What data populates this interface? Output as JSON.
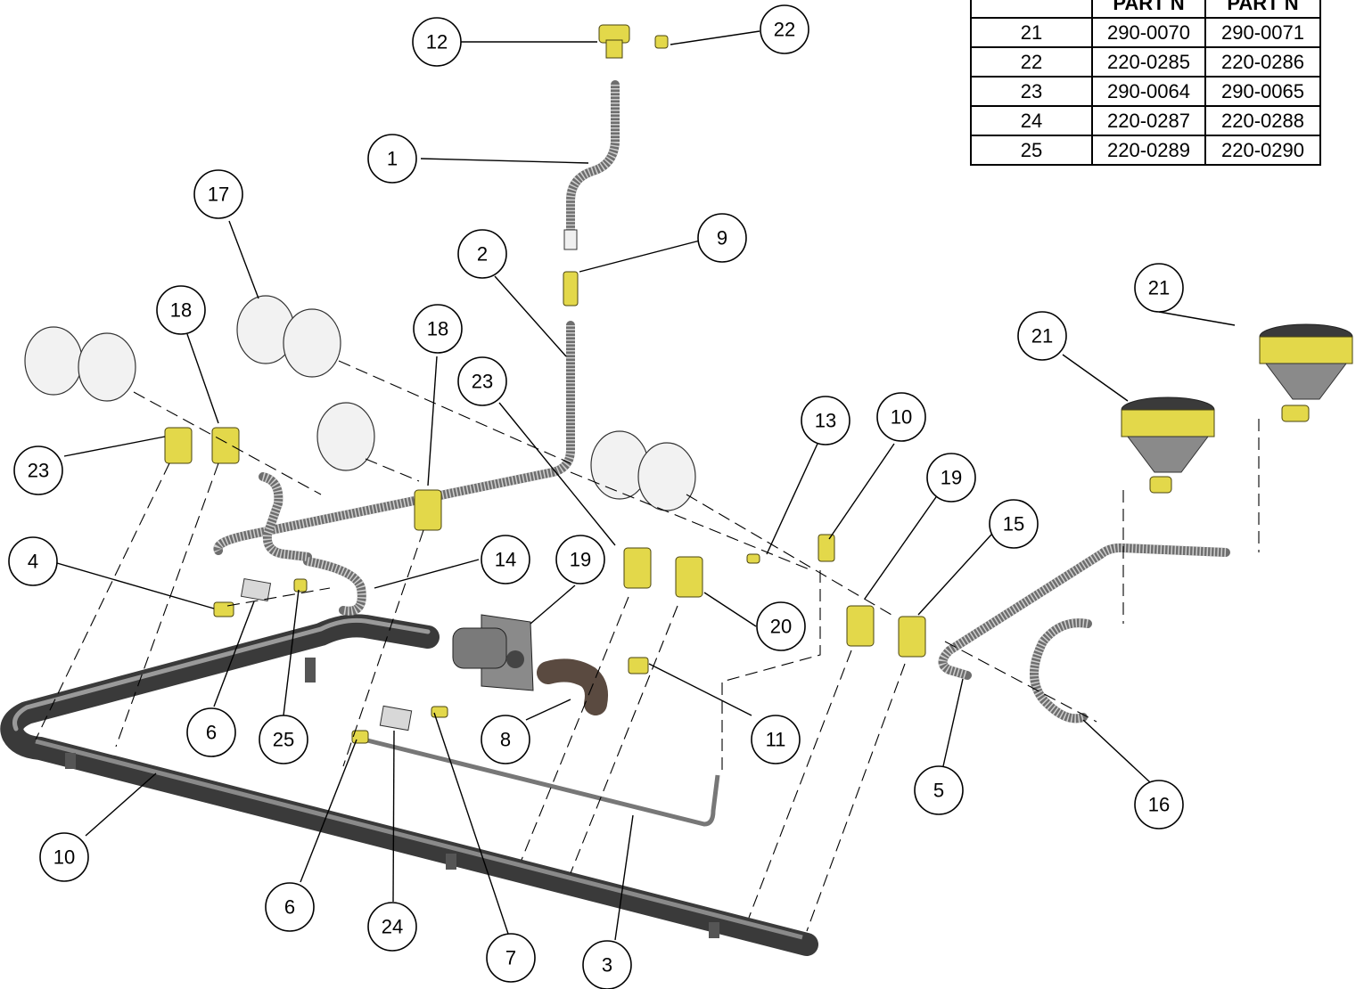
{
  "table": {
    "headers": [
      "",
      "PART N",
      "PART N"
    ],
    "rows": [
      [
        "21",
        "290-0070",
        "290-0071"
      ],
      [
        "22",
        "220-0285",
        "220-0286"
      ],
      [
        "23",
        "290-0064",
        "290-0065"
      ],
      [
        "24",
        "220-0287",
        "220-0288"
      ],
      [
        "25",
        "220-0289",
        "220-0290"
      ]
    ]
  },
  "callouts": [
    "12",
    "22",
    "1",
    "17",
    "2",
    "9",
    "18",
    "23",
    "18",
    "23",
    "21",
    "21",
    "13",
    "10",
    "19",
    "15",
    "4",
    "14",
    "19",
    "20",
    "6",
    "25",
    "8",
    "11",
    "5",
    "16",
    "10",
    "6",
    "24",
    "7",
    "3"
  ],
  "colors": {
    "brass": "#e3d84a",
    "pipe": "#555555",
    "knob": "#f2f2f2"
  }
}
